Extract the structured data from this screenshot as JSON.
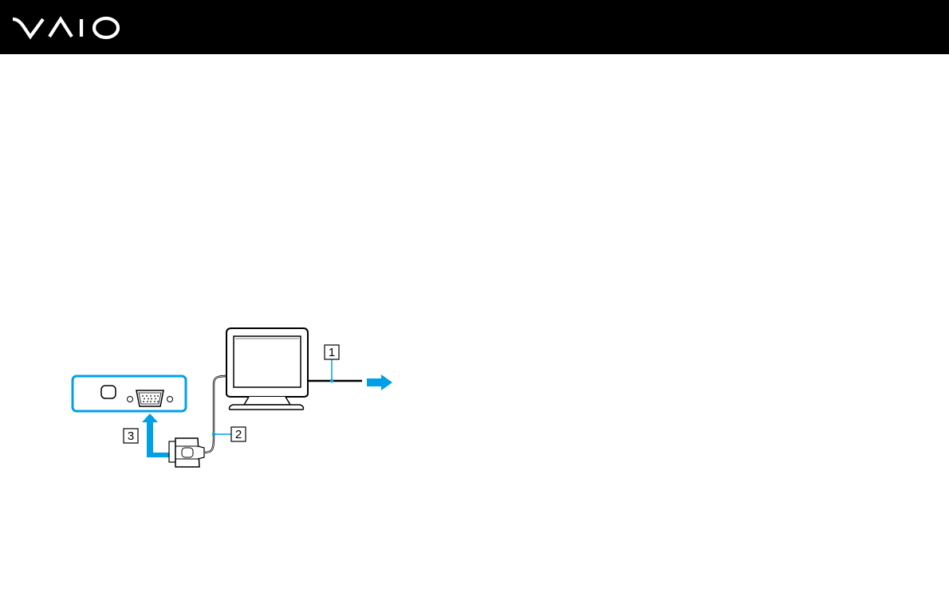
{
  "header": {
    "logo_icon": "vaio-logo-icon",
    "background_color": "#000000",
    "logo_color": "#ffffff"
  },
  "diagram": {
    "accent_color": "#00a0e9",
    "callouts": [
      {
        "label": "1"
      },
      {
        "label": "2"
      },
      {
        "label": "3"
      }
    ],
    "icons": [
      "monitor-icon",
      "computer-port-panel-icon",
      "vga-connector-icon",
      "arrow-right-icon",
      "arrow-up-icon"
    ]
  }
}
